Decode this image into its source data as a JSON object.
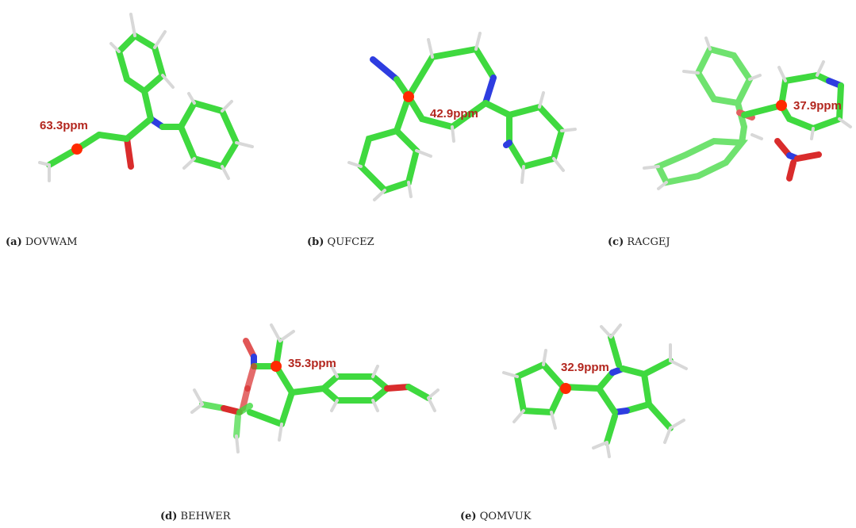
{
  "figure": {
    "panels": [
      {
        "label": "(a)",
        "name": "DOVWAM",
        "shift": "63.3ppm"
      },
      {
        "label": "(b)",
        "name": "QUFCEZ",
        "shift": "42.9ppm"
      },
      {
        "label": "(c)",
        "name": "RACGEJ",
        "shift": "37.9ppm"
      },
      {
        "label": "(d)",
        "name": "BEHWER",
        "shift": "35.3ppm"
      },
      {
        "label": "(e)",
        "name": "QOMVUK",
        "shift": "32.9ppm"
      }
    ],
    "colors": {
      "carbon": "#3fd93f",
      "nitrogen": "#2e3de0",
      "oxygen": "#d92c2c",
      "hydrogen": "#d8d8d8",
      "highlight_atom": "#ff2a00",
      "shift_label": "#b3261e"
    }
  }
}
